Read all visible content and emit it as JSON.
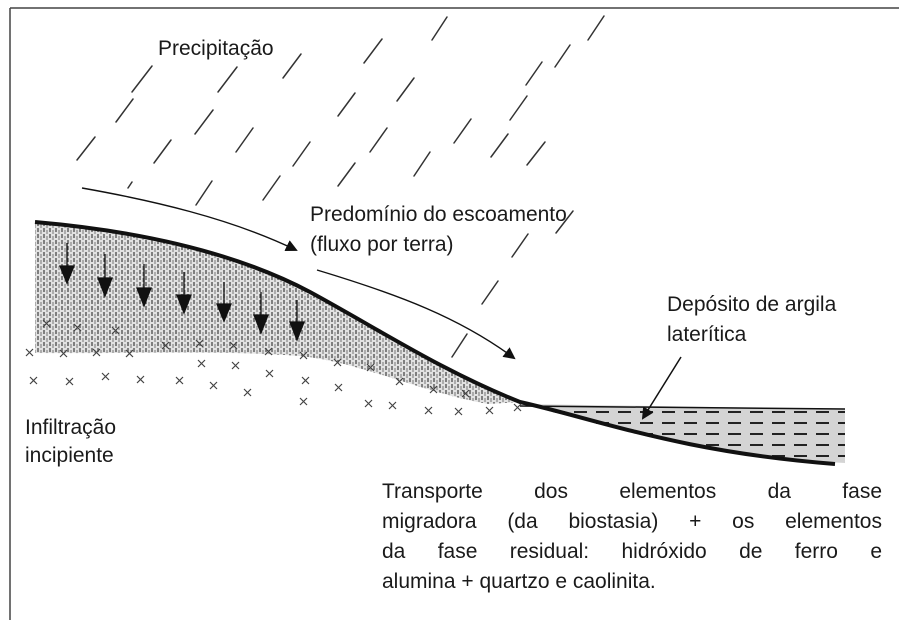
{
  "labels": {
    "precipitation": "Precipitação",
    "runoff_line1": "Predomínio do escoamento",
    "runoff_line2": "(fluxo por terra)",
    "deposit_line1": "Depósito de argila",
    "deposit_line2": "laterítica",
    "infiltration_line1": "Infiltração",
    "infiltration_line2": "incipiente",
    "transport_line1": "Transporte dos elementos da fase",
    "transport_line2": "migradora (da biostasia) + os elementos",
    "transport_line3": "da fase residual: hidróxido de ferro e",
    "transport_line4": "alumina + quartzo e caolinita."
  },
  "colors": {
    "line": "#111111",
    "soil_fill": "#dcdcdc",
    "deposit_fill": "#d4d4d4",
    "rain": "#333333",
    "frame": "#444444"
  },
  "icons": {
    "rain": "diagonal-dash",
    "infiltration": "down-arrow",
    "soil": "x-mark"
  }
}
